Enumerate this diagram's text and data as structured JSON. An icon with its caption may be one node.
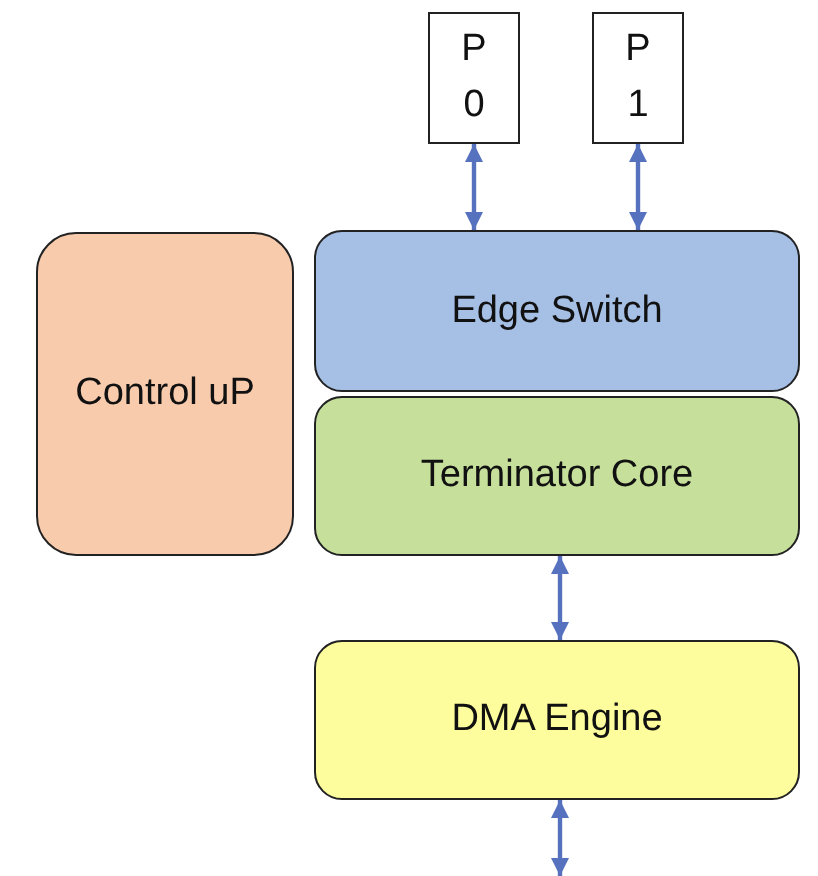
{
  "diagram": {
    "nodes": [
      {
        "text": [
          "P 0"
        ]
      },
      {
        "text": [
          "P 1"
        ]
      },
      {
        "text": [
          "Control uP"
        ]
      },
      {
        "text": [
          "Edge Switch"
        ]
      },
      {
        "text": [
          "Terminator Core"
        ]
      },
      {
        "text": [
          "DMA Engine"
        ]
      }
    ],
    "edges": [
      {
        "from": 0,
        "to": 3,
        "arrow": "both"
      },
      {
        "from": 1,
        "to": 3,
        "arrow": "both"
      },
      {
        "from": 4,
        "to": 5,
        "arrow": "both"
      },
      {
        "from": 5,
        "to": null,
        "arrow": "both"
      }
    ]
  }
}
